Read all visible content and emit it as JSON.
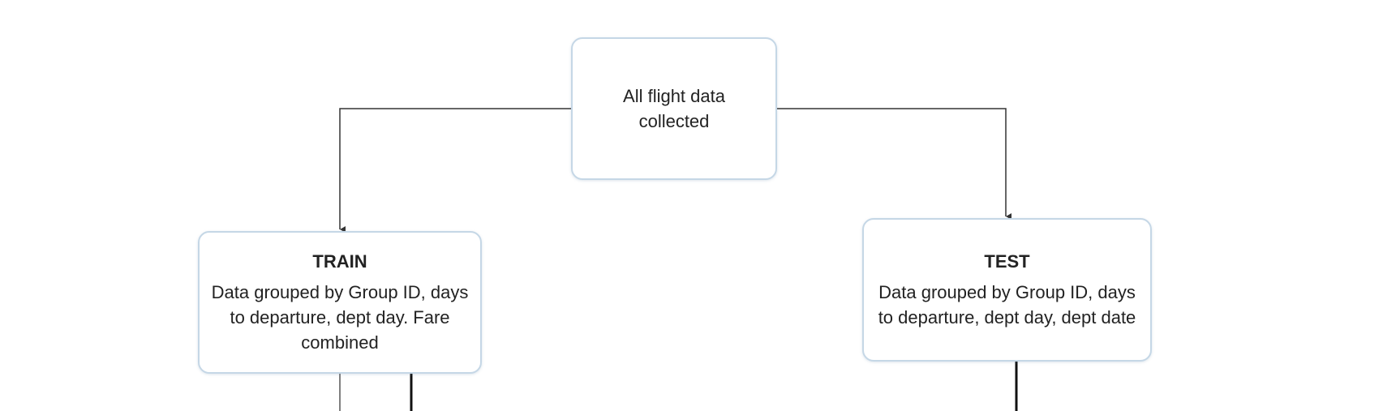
{
  "diagram": {
    "root": {
      "text": "All flight data collected"
    },
    "train": {
      "title": "TRAIN",
      "description": "Data grouped by Group ID, days to departure, dept day. Fare combined"
    },
    "test": {
      "title": "TEST",
      "description": "Data grouped by Group ID, days to departure, dept day, dept date"
    },
    "colors": {
      "box_border": "#c5d7e6",
      "connector": "#333333",
      "text": "#222222"
    }
  }
}
